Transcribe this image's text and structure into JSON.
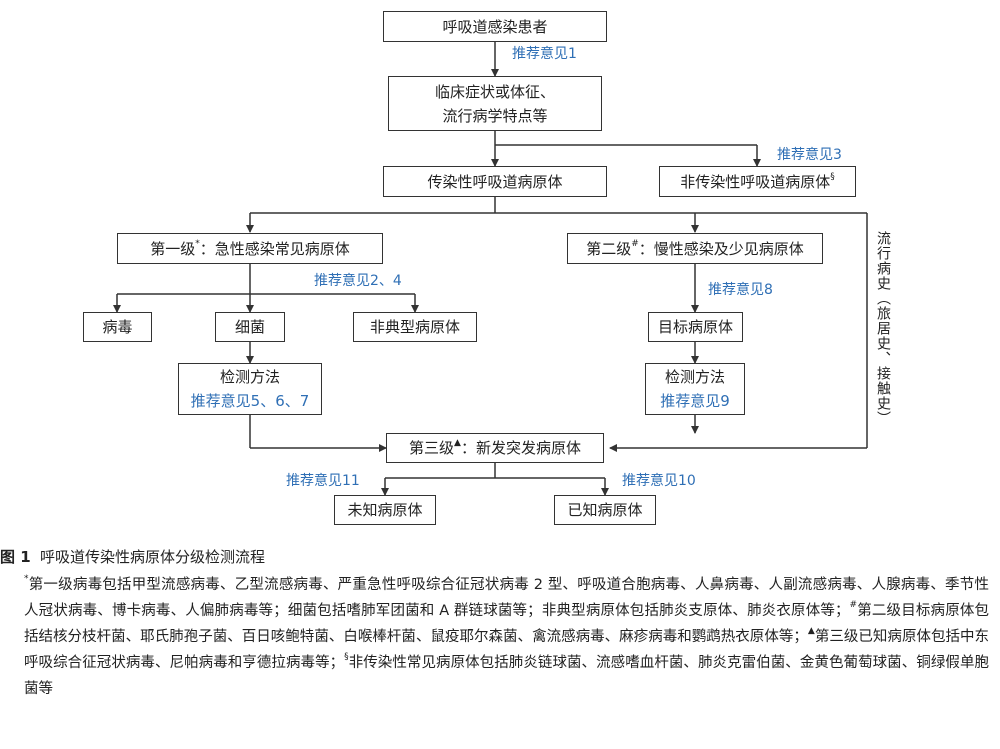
{
  "boxes": {
    "patient": "呼吸道感染患者",
    "symptoms_line1": "临床症状或体征、",
    "symptoms_line2": "流行病学特点等",
    "infectious": "传染性呼吸道病原体",
    "noninfectious": "非传染性呼吸道病原体",
    "noninfectious_mark": "§",
    "level1_prefix": "第一级",
    "level1_mark": "*",
    "level1_text": "：急性感染常见病原体",
    "level2_prefix": "第二级",
    "level2_mark": "#",
    "level2_text": "：慢性感染及少见病原体",
    "virus": "病毒",
    "bacteria": "细菌",
    "atypical": "非典型病原体",
    "target": "目标病原体",
    "method_left": "检测方法",
    "method_left_rec": "推荐意见5、6、7",
    "method_right": "检测方法",
    "method_right_rec": "推荐意见9",
    "level3_prefix": "第三级",
    "level3_mark": "▲",
    "level3_text": "：新发突发病原体",
    "unknown": "未知病原体",
    "known": "已知病原体"
  },
  "recommendations": {
    "r1": "推荐意见1",
    "r3": "推荐意见3",
    "r2_4": "推荐意见2、4",
    "r8": "推荐意见8",
    "r11": "推荐意见11",
    "r10": "推荐意见10"
  },
  "side_label": "流行病史（旅居史、接触史）",
  "caption": {
    "label": "图 1",
    "title": "呼吸道传染性病原体分级检测流程",
    "note_mark1": "*",
    "note_part1": "第一级病毒包括甲型流感病毒、乙型流感病毒、严重急性呼吸综合征冠状病毒 2 型、呼吸道合胞病毒、人鼻病毒、人副流感病毒、人腺病毒、季节性人冠状病毒、博卡病毒、人偏肺病毒等；细菌包括嗜肺军团菌和 A 群链球菌等；非典型病原体包括肺炎支原体、肺炎衣原体等；",
    "note_mark2": "#",
    "note_part2": "第二级目标病原体包括结核分枝杆菌、耶氏肺孢子菌、百日咳鲍特菌、白喉棒杆菌、鼠疫耶尔森菌、禽流感病毒、麻疹病毒和鹦鹉热衣原体等；",
    "note_mark3": "▲",
    "note_part3": "第三级已知病原体包括中东呼吸综合征冠状病毒、尼帕病毒和亨德拉病毒等；",
    "note_mark4": "§",
    "note_part4": "非传染性常见病原体包括肺炎链球菌、流感嗜血杆菌、肺炎克雷伯菌、金黄色葡萄球菌、铜绿假单胞菌等"
  },
  "colors": {
    "line": "#333333",
    "recommendation": "#2f6fb5"
  }
}
